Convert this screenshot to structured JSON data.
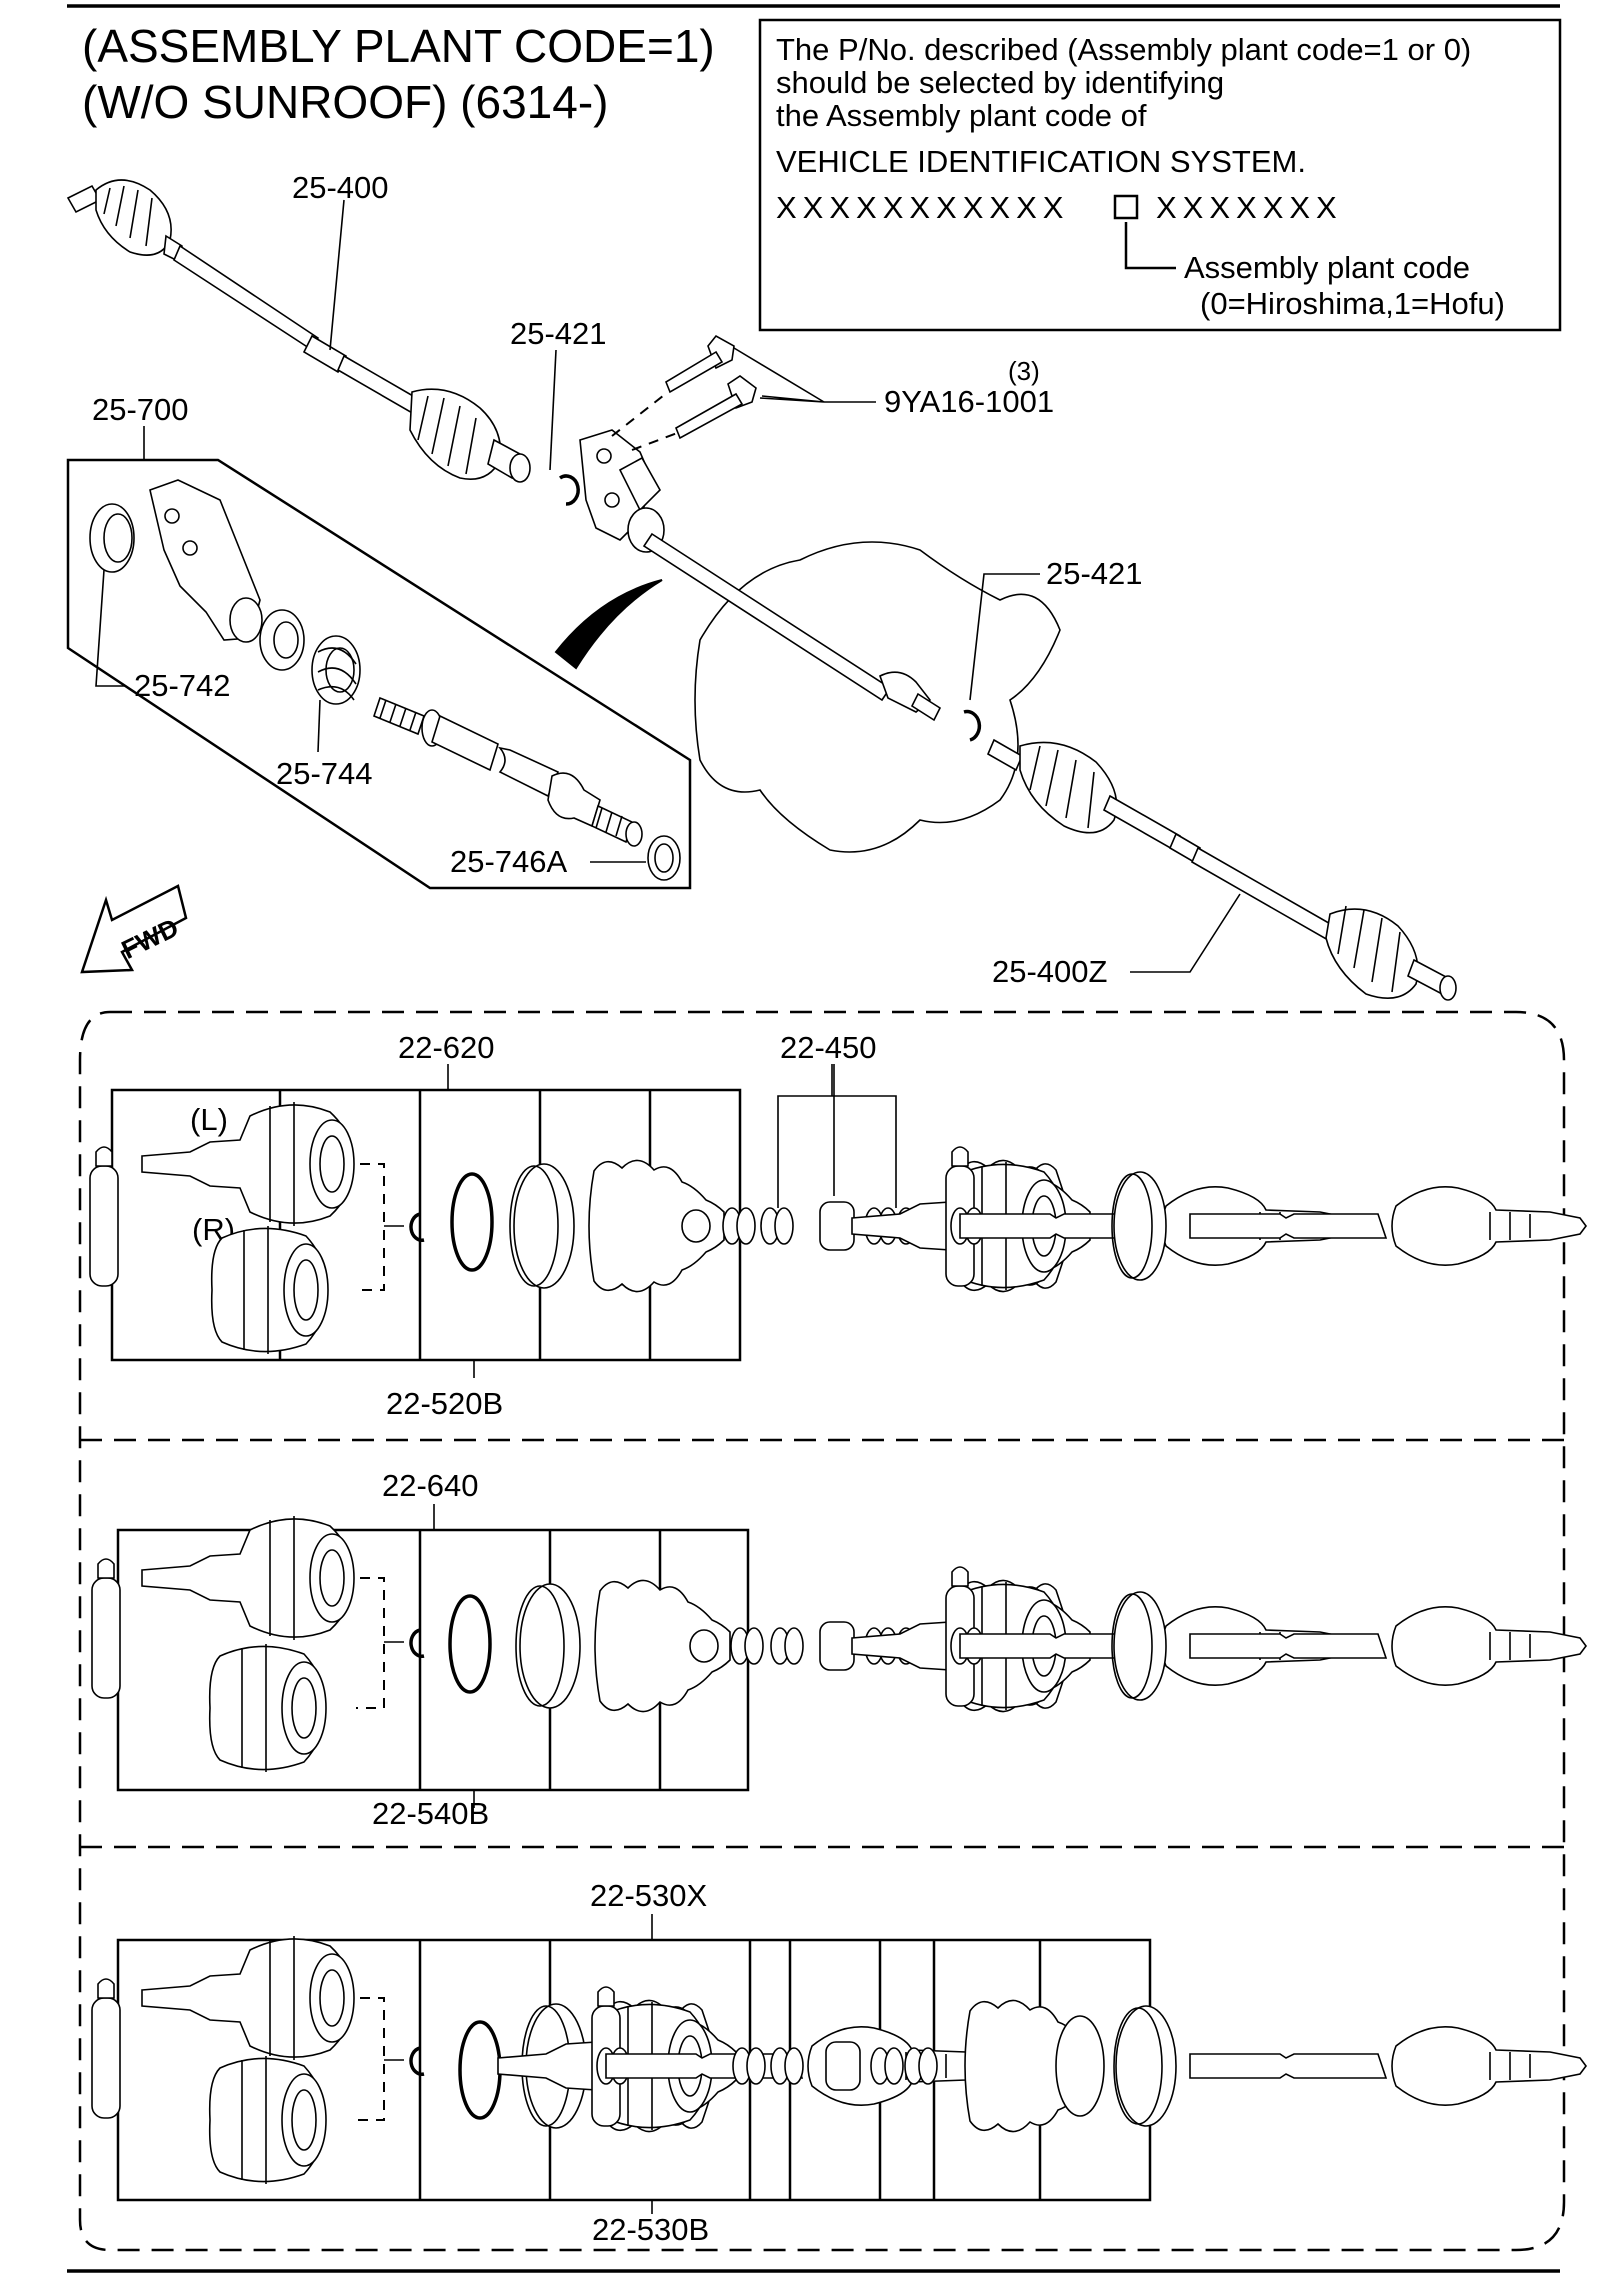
{
  "header": {
    "title_line1": "(ASSEMBLY PLANT CODE=1)",
    "title_line2": "(W/O SUNROOF) (6314-)"
  },
  "note": {
    "line1": "The P/No. described (Assembly plant code=1 or 0)",
    "line2": "should be selected by identifying",
    "line3": "the Assembly plant code of",
    "line4": "VEHICLE IDENTIFICATION SYSTEM.",
    "vin_left": "XXXXXXXXXXX",
    "vin_right": "XXXXXXX",
    "code_label": "Assembly plant code",
    "code_values": "(0=Hiroshima,1=Hofu)"
  },
  "callouts": {
    "shaft_left": "25-400",
    "clip_upper": "25-421",
    "kit": "25-700",
    "bolt_qty": "(3)",
    "bolt": "9YA16-1001",
    "clip_lower": "25-421",
    "kit_seal": "25-742",
    "kit_bearing": "25-744",
    "kit_shaft": "25-746A",
    "shaft_right": "25-400Z",
    "fwd": "FWD"
  },
  "panels": [
    {
      "top_label": "22-620",
      "mid_label": "22-450",
      "bottom_label": "22-520B",
      "left_tag": "(L)",
      "right_tag": "(R)"
    },
    {
      "top_label": "22-640",
      "bottom_label": "22-540B"
    },
    {
      "top_label": "22-530X",
      "bottom_label": "22-530B"
    }
  ]
}
